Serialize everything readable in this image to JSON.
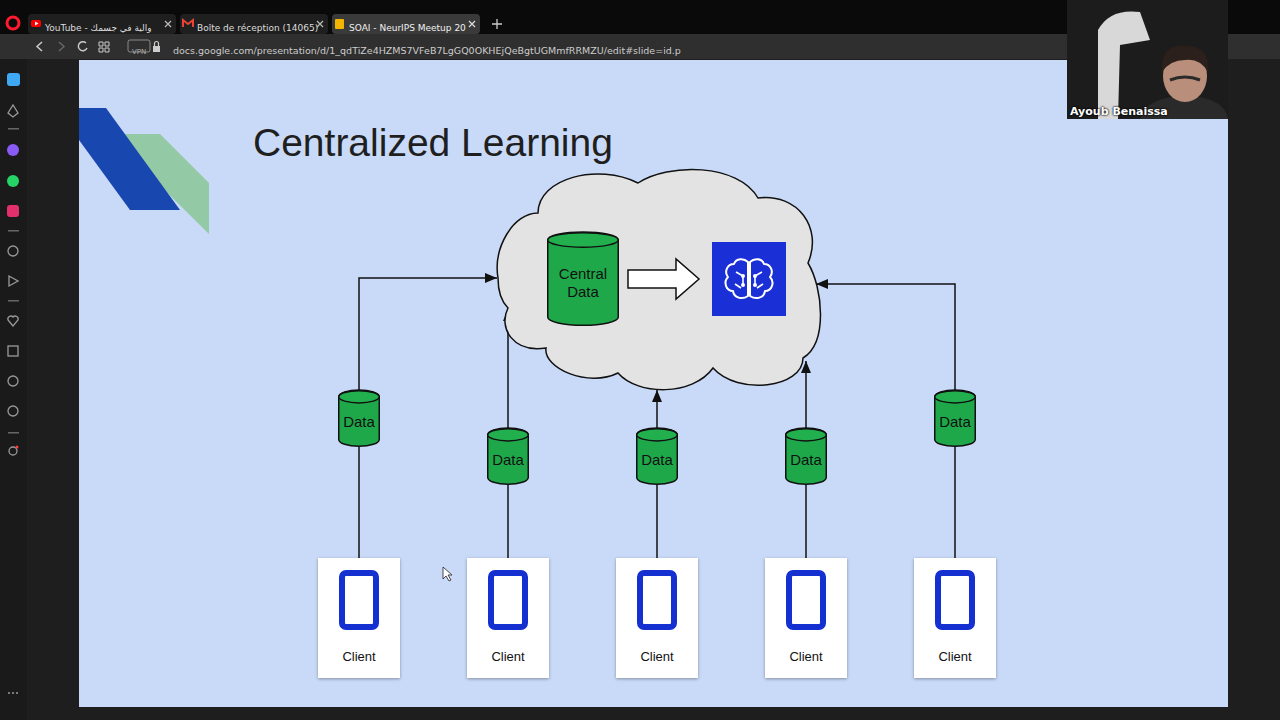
{
  "diagram": {
    "title": "Centralized Learning",
    "nodes": [
      {
        "text": []
      },
      {
        "text": [
          "Central Data"
        ],
        "in": 0
      },
      {
        "text": [
          "Data"
        ]
      },
      {
        "text": [
          "Data"
        ]
      },
      {
        "text": [
          "Data"
        ]
      },
      {
        "text": [
          "Data"
        ]
      },
      {
        "text": [
          "Data"
        ]
      },
      {
        "text": [
          "Client"
        ]
      },
      {
        "text": [
          "Client"
        ]
      },
      {
        "text": [
          "Client"
        ]
      },
      {
        "text": [
          "Client"
        ]
      },
      {
        "text": [
          "Client"
        ]
      }
    ],
    "edges": [
      {
        "from": 2,
        "to": 0,
        "arrow": "to"
      },
      {
        "from": 3,
        "to": 0,
        "arrow": "to"
      },
      {
        "from": 4,
        "to": 0,
        "arrow": "to"
      },
      {
        "from": 5,
        "to": 0,
        "arrow": "to"
      },
      {
        "from": 6,
        "to": 0,
        "arrow": "to"
      },
      {
        "from": 7,
        "to": 2,
        "arrow": "none"
      },
      {
        "from": 8,
        "to": 3,
        "arrow": "none"
      },
      {
        "from": 9,
        "to": 4,
        "arrow": "none"
      },
      {
        "from": 10,
        "to": 5,
        "arrow": "none"
      },
      {
        "from": 11,
        "to": 6,
        "arrow": "none"
      }
    ],
    "labels": [
      "YouTube - والية في جسمك",
      "Boîte de réception (14065)",
      "SOAI - NeurIPS Meetup 20",
      "VPN",
      "docs.google.com/presentation/d/1_qdTiZe4HZMS7VFeB7LgGQ0OKHEjQeBgtUGMmfRRMZU/edit#slide=id.p",
      "Ayoub Benaissa"
    ]
  }
}
